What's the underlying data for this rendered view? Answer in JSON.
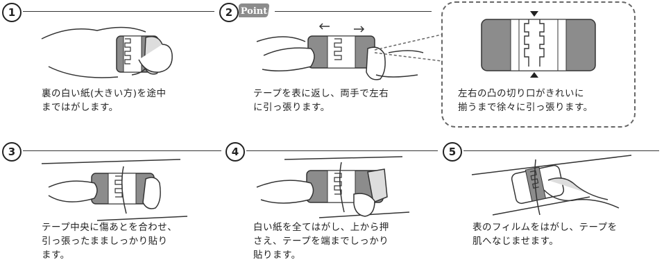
{
  "steps": [
    {
      "number": "1",
      "caption": "裏の白い紙(大きい方)を途中\nまではがします。"
    },
    {
      "number": "2",
      "badge": "Point",
      "caption": "テープを表に返し、両手で左右\nに引っ張ります。"
    },
    {
      "callout_caption": "左右の凸の切り口がきれいに\n揃うまで徐々に引っ張ります。"
    },
    {
      "number": "3",
      "caption": "テープ中央に傷あとを合わせ、\n引っ張ったまましっかり貼り\nます。"
    },
    {
      "number": "4",
      "caption": "白い紙を全てはがし、上から押\nさえ、テープを端までしっかり\n貼ります。"
    },
    {
      "number": "5",
      "caption": "表のフィルムをはがし、テープを\n肌へなじませます。"
    }
  ],
  "colors": {
    "tape_gray": "#8c8c8c",
    "line": "#333333",
    "dash": "#666666"
  }
}
